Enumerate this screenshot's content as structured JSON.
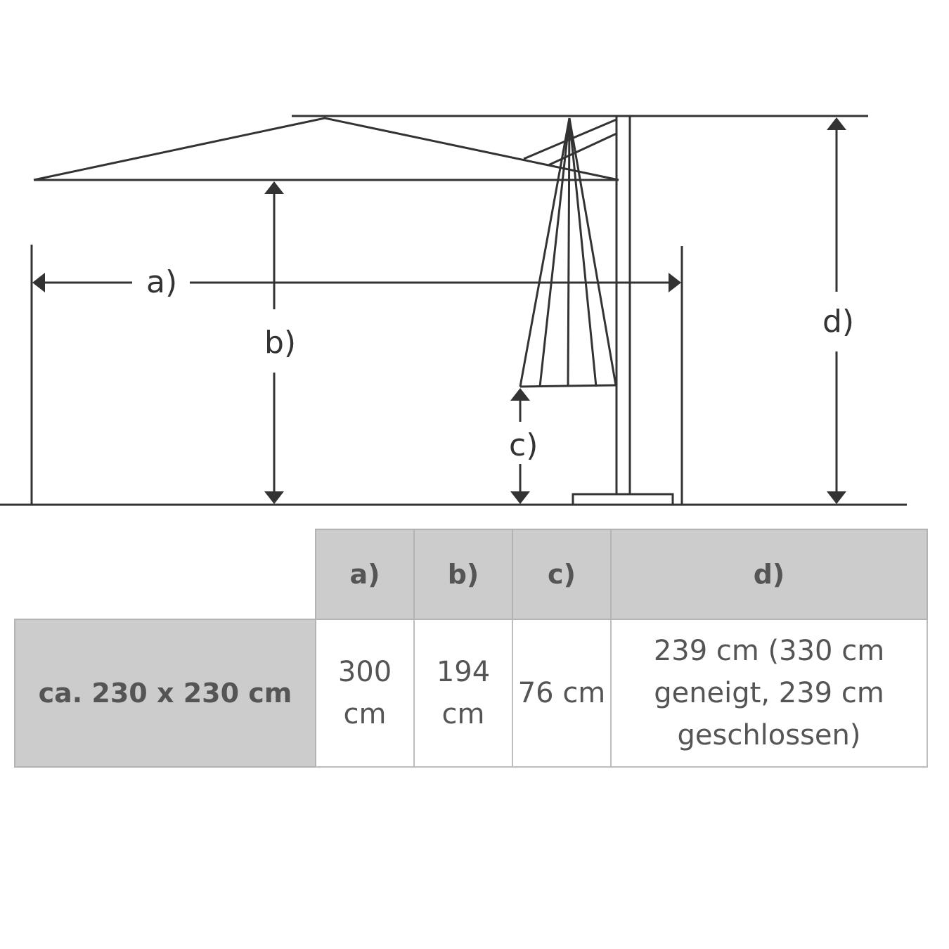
{
  "diagram": {
    "labels": {
      "a": "a)",
      "b": "b)",
      "c": "c)",
      "d": "d)"
    }
  },
  "table": {
    "headers": [
      "a)",
      "b)",
      "c)",
      "d)"
    ],
    "row_label": "ca. 230 x 230 cm",
    "values": [
      "300 cm",
      "194 cm",
      "76 cm",
      "239 cm (330 cm geneigt, 239 cm geschlossen)"
    ]
  },
  "colors": {
    "line": "#333333",
    "header_bg": "#cccccc",
    "border": "#b3b3b3"
  }
}
